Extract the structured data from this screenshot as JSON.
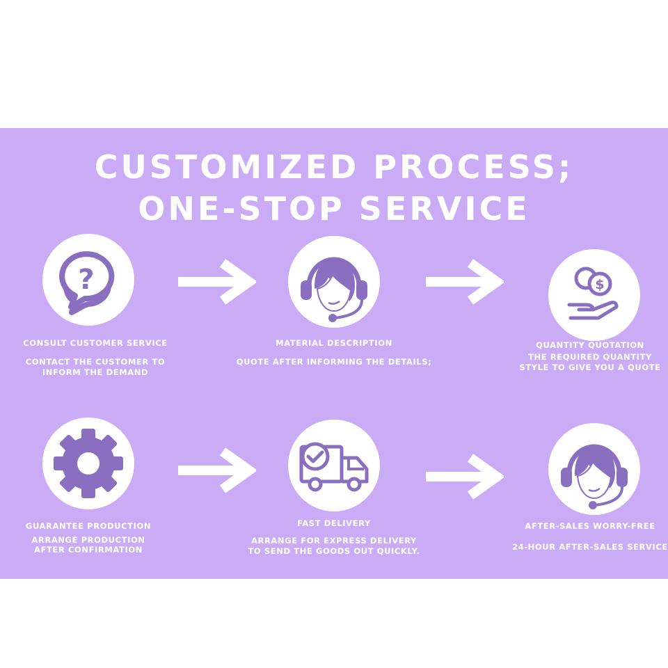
{
  "colors": {
    "background": "#caacf6",
    "icon": "#8a6fc0",
    "text": "#ffffff"
  },
  "title": {
    "line1": "CUSTOMIZED PROCESS;",
    "line2": "ONE-STOP SERVICE"
  },
  "steps": [
    {
      "icon": "question-chat-icon",
      "title": "CONSULT CUSTOMER SERVICE",
      "line1": "CONTACT THE CUSTOMER TO",
      "line2": "INFORM THE DEMAND"
    },
    {
      "icon": "headset-agent-icon",
      "title": "MATERIAL DESCRIPTION",
      "line1": "QUOTE AFTER INFORMING THE DETAILS;",
      "line2": ""
    },
    {
      "icon": "coin-hand-icon",
      "title": "QUANTITY QUOTATION",
      "line1": "THE REQUIRED QUANTITY",
      "line2": "STYLE TO GIVE YOU A QUOTE"
    },
    {
      "icon": "gear-icon",
      "title": "GUARANTEE PRODUCTION",
      "line1": "ARRANGE PRODUCTION",
      "line2": "AFTER CONFIRMATION"
    },
    {
      "icon": "delivery-truck-icon",
      "title": "FAST DELIVERY",
      "line1": "ARRANGE FOR EXPRESS DELIVERY",
      "line2": "TO SEND THE GOODS OUT QUICKLY."
    },
    {
      "icon": "headset-agent-icon",
      "title": "AFTER-SALES WORRY-FREE",
      "line1": "24-HOUR AFTER-SALES SERVICE",
      "line2": ""
    }
  ]
}
